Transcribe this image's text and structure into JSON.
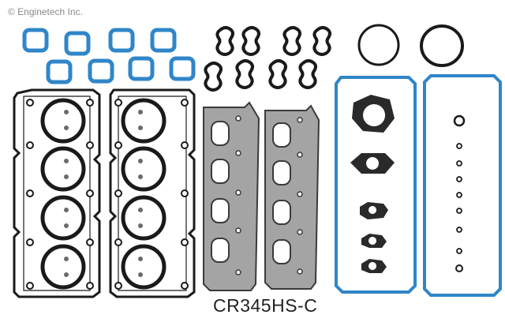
{
  "image": {
    "copyright_text": "© Enginetech Inc.",
    "part_number": "CR345HS-C"
  },
  "colors": {
    "blue_gasket": "#2f86c8",
    "black_gasket": "#1a1a1a",
    "steel_gasket": "#9a9a9a",
    "background": "#ffffff"
  },
  "components": [
    "intake-gasket",
    "thermostat-gasket",
    "throttle-body-gasket",
    "cylinder-head-gasket",
    "exhaust-manifold-gasket",
    "valve-cover-gasket"
  ]
}
